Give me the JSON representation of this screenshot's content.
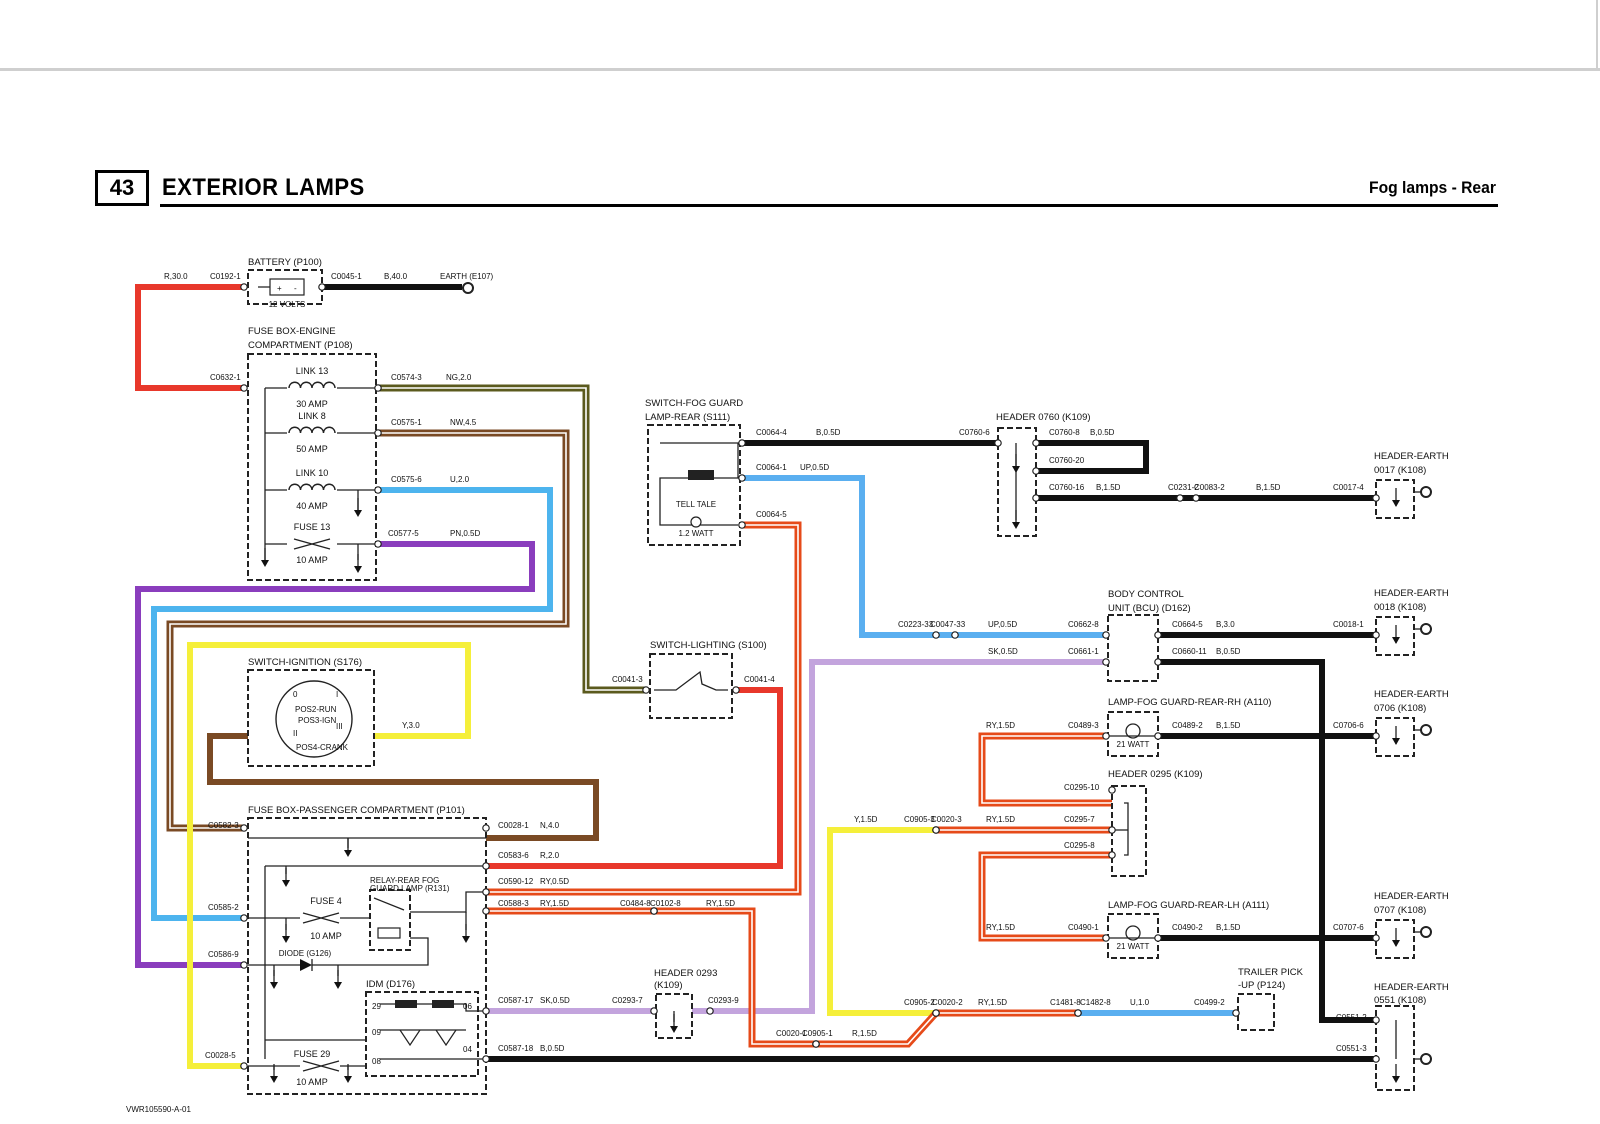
{
  "page": {
    "section_number": "43",
    "section_title": "EXTERIOR LAMPS",
    "subtitle": "Fog lamps - Rear",
    "figure_ref": "VWR105590-A-01"
  },
  "colors": {
    "red": "#e8382b",
    "black": "#111111",
    "olive": "#5b5a1e",
    "brown": "#7a4a24",
    "blue": "#4db4ee",
    "purple": "#8a3dbd",
    "yellow": "#f5ef3a",
    "lilac": "#c3a4dd",
    "orange": "#e64a19",
    "lightblue": "#5aaff0"
  },
  "components": [
    {
      "id": "battery",
      "name": "BATTERY (P100)"
    },
    {
      "id": "fuse-engine",
      "name": "FUSE BOX-ENGINE",
      "name2": "COMPARTMENT (P108)"
    },
    {
      "id": "switch-ignition",
      "name": "SWITCH-IGNITION (S176)"
    },
    {
      "id": "fuse-passenger",
      "name": "FUSE BOX-PASSENGER COMPARTMENT (P101)"
    },
    {
      "id": "switch-fog",
      "name": "SWITCH-FOG GUARD",
      "name2": "LAMP-REAR (S111)"
    },
    {
      "id": "switch-lighting",
      "name": "SWITCH-LIGHTING (S100)"
    },
    {
      "id": "header-0760",
      "name": "HEADER 0760 (K109)"
    },
    {
      "id": "bcu",
      "name": "BODY CONTROL",
      "name2": "UNIT (BCU) (D162)"
    },
    {
      "id": "lamp-rh",
      "name": "LAMP-FOG GUARD-REAR-RH (A110)"
    },
    {
      "id": "header-0295",
      "name": "HEADER 0295 (K109)"
    },
    {
      "id": "lamp-lh",
      "name": "LAMP-FOG GUARD-REAR-LH (A111)"
    },
    {
      "id": "header-0293",
      "name": "HEADER 0293",
      "name2": "(K109)"
    },
    {
      "id": "trailer",
      "name": "TRAILER PICK",
      "name2": "-UP (P124)"
    },
    {
      "id": "idm",
      "name": "IDM (D176)"
    },
    {
      "id": "he-0017",
      "name": "HEADER-EARTH",
      "name2": "0017 (K108)"
    },
    {
      "id": "he-0018",
      "name": "HEADER-EARTH",
      "name2": "0018 (K108)"
    },
    {
      "id": "he-0706",
      "name": "HEADER-EARTH",
      "name2": "0706 (K108)"
    },
    {
      "id": "he-0707",
      "name": "HEADER-EARTH",
      "name2": "0707 (K108)"
    },
    {
      "id": "he-0551",
      "name": "HEADER-EARTH",
      "name2": "0551 (K108)"
    }
  ],
  "fuses": [
    {
      "name": "LINK 13",
      "rating": "30 AMP"
    },
    {
      "name": "LINK 8",
      "rating": "50 AMP"
    },
    {
      "name": "LINK 10",
      "rating": "40 AMP"
    },
    {
      "name": "FUSE 13",
      "rating": "10 AMP"
    },
    {
      "name": "FUSE 4",
      "rating": "10 AMP"
    },
    {
      "name": "FUSE 29",
      "rating": "10 AMP"
    }
  ],
  "small_labels": {
    "battery_volts": "12 VOLTS",
    "earth": "EARTH (E107)",
    "tell_tale": "TELL TALE",
    "tell_tale_watt": "1.2 WATT",
    "lamp_watt": "21 WATT",
    "diode": "DIODE (G126)",
    "relay": "RELAY-REAR FOG",
    "relay2": "GUARD LAMP (R131)",
    "ign_pos2": "POS2-RUN",
    "ign_pos3": "POS3-IGN",
    "ign_pos4": "POS4-CRANK",
    "ign_p0": "0",
    "ign_p1": "I",
    "ign_p2": "II",
    "ign_p3": "III",
    "idm_p29": "29",
    "idm_p06": "06",
    "idm_p09": "09",
    "idm_p04": "04",
    "idm_p08": "08"
  },
  "connectors": [
    "C0192-1",
    "C0045-1",
    "C0632-1",
    "C0574-3",
    "C0575-1",
    "C0575-6",
    "C0577-5",
    "C0064-4",
    "C0064-1",
    "C0064-5",
    "C0760-6",
    "C0760-8",
    "C0760-20",
    "C0760-16",
    "C0231-2",
    "C0083-2",
    "C0017-4",
    "C0041-3",
    "C0041-4",
    "C0223-33",
    "C0047-33",
    "C0662-8",
    "C0661-1",
    "C0664-5",
    "C0660-11",
    "C0018-1",
    "C0489-3",
    "C0489-2",
    "C0706-6",
    "C0295-10",
    "C0295-7",
    "C0295-8",
    "C0905-3",
    "C0020-3",
    "C0490-1",
    "C0490-2",
    "C0707-6",
    "C0582-3",
    "C0028-1",
    "C0583-6",
    "C0590-12",
    "C0588-3",
    "C0484-8",
    "C0102-8",
    "C0585-2",
    "C0586-9",
    "C0587-17",
    "C0293-7",
    "C0293-9",
    "C0905-2",
    "C0020-2",
    "C1481-8",
    "C1482-8",
    "C0499-2",
    "C0020-1",
    "C0905-1",
    "C0551-2",
    "C0551-3",
    "C0028-5",
    "C0587-18"
  ],
  "wire_labels": [
    "R,30.0",
    "B,40.0",
    "NG,2.0",
    "NW,4.5",
    "U,2.0",
    "PN,0.5D",
    "B,0.5D",
    "UP,0.5D",
    "B,0.5D",
    "B,1.5D",
    "B,1.5D",
    "UP,0.5D",
    "SK,0.5D",
    "B,3.0",
    "B,0.5D",
    "RY,1.5D",
    "B,1.5D",
    "Y,1.5D",
    "RY,1.5D",
    "RY,1.5D",
    "B,1.5D",
    "N,4.0",
    "R,2.0",
    "RY,0.5D",
    "RY,1.5D",
    "RY,1.5D",
    "SK,0.5D",
    "RY,1.5D",
    "U,1.0",
    "R,1.5D",
    "B,0.5D",
    "Y,3.0"
  ]
}
